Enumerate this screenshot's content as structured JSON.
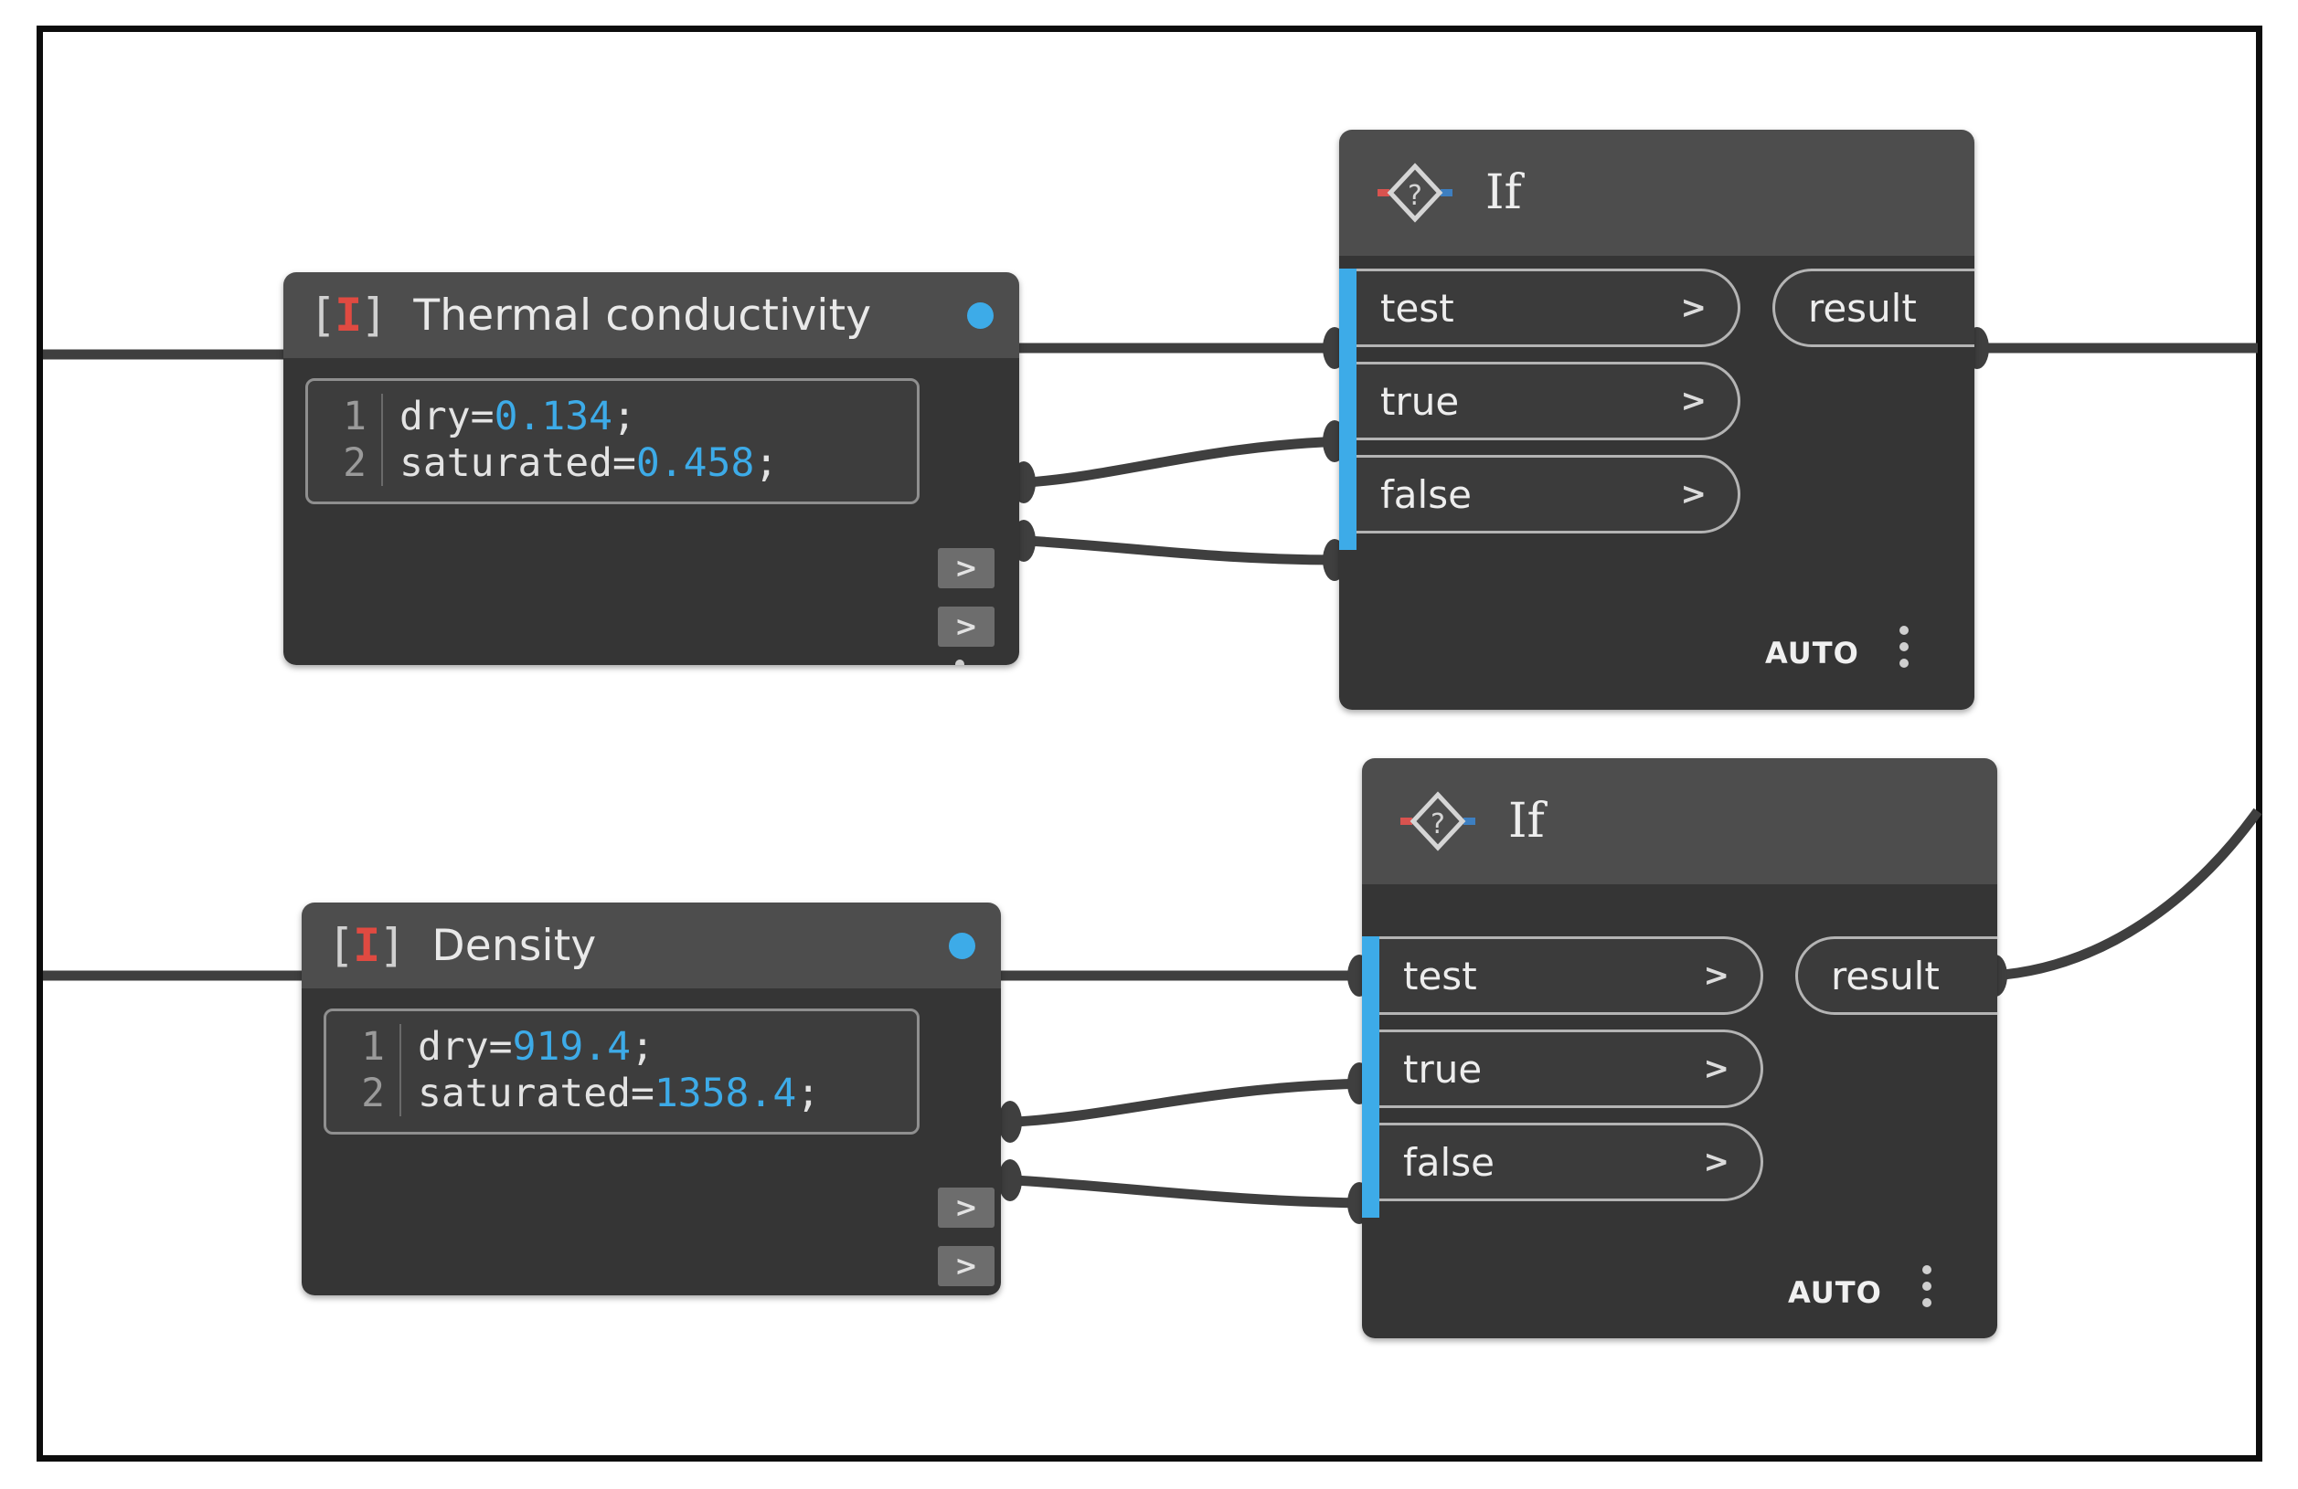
{
  "app": {
    "canvas_background": "#ffffff",
    "frame_color": "#0d0d0d",
    "node_header_color": "#4d4d4d",
    "node_body_color": "#353535",
    "accent_blue": "#3dabe8",
    "accent_red": "#e04a41",
    "wire_color": "#3f3f3f"
  },
  "nodes": [
    {
      "id": "thermal-conductivity",
      "type": "code-block",
      "title": "Thermal conductivity",
      "icon": "code-block-icon",
      "icon_glyph_left": "[",
      "icon_glyph_bar": "I",
      "icon_glyph_right": "]",
      "status_dot_color": "#3dabe8",
      "code_lines": [
        {
          "number": "1",
          "name": "dry=",
          "value": "0.134",
          "terminator": ";"
        },
        {
          "number": "2",
          "name": "saturated=",
          "value": "0.458",
          "terminator": ";"
        }
      ],
      "output_buttons": [
        ">",
        ">"
      ],
      "menu_icon": "kebab-menu-icon"
    },
    {
      "id": "density",
      "type": "code-block",
      "title": "Density",
      "icon": "code-block-icon",
      "icon_glyph_left": "[",
      "icon_glyph_bar": "I",
      "icon_glyph_right": "]",
      "status_dot_color": "#3dabe8",
      "code_lines": [
        {
          "number": "1",
          "name": "dry=",
          "value": "919.4",
          "terminator": ";"
        },
        {
          "number": "2",
          "name": "saturated=",
          "value": "1358.4",
          "terminator": ";"
        }
      ],
      "output_buttons": [
        ">",
        ">"
      ],
      "menu_icon": "kebab-menu-icon"
    },
    {
      "id": "if-top",
      "type": "if",
      "title": "If",
      "icon": "if-diamond-question-icon",
      "icon_glyph": "?",
      "inputs": [
        {
          "label": "test",
          "chevron": ">"
        },
        {
          "label": "true",
          "chevron": ">"
        },
        {
          "label": "false",
          "chevron": ">"
        }
      ],
      "outputs": [
        {
          "label": "result"
        }
      ],
      "footer_label": "AUTO",
      "menu_icon": "kebab-menu-icon"
    },
    {
      "id": "if-bottom",
      "type": "if",
      "title": "If",
      "icon": "if-diamond-question-icon",
      "icon_glyph": "?",
      "inputs": [
        {
          "label": "test",
          "chevron": ">"
        },
        {
          "label": "true",
          "chevron": ">"
        },
        {
          "label": "false",
          "chevron": ">"
        }
      ],
      "outputs": [
        {
          "label": "result"
        }
      ],
      "footer_label": "AUTO",
      "menu_icon": "kebab-menu-icon"
    }
  ]
}
